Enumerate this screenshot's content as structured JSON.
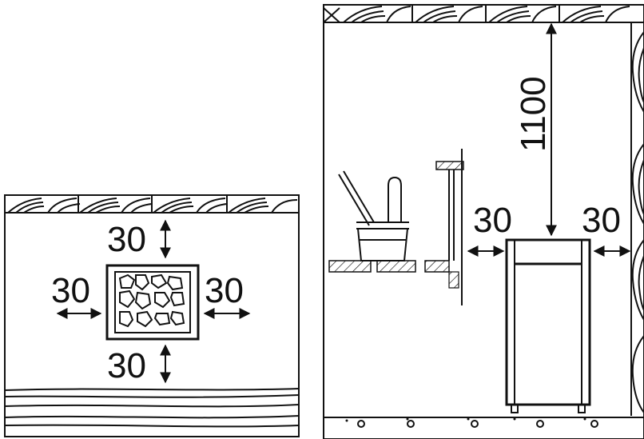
{
  "top_view": {
    "clearance_top": "30",
    "clearance_left": "30",
    "clearance_right": "30",
    "clearance_bottom": "30"
  },
  "side_view": {
    "ceiling_clearance": "1100",
    "clearance_left": "30",
    "clearance_right": "30"
  }
}
